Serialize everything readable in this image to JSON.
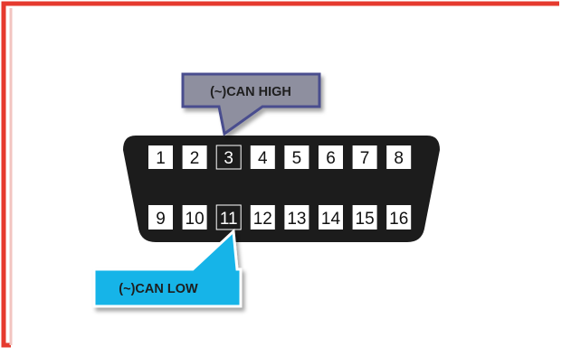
{
  "frame_color": "#e63a2e",
  "connector": {
    "body_color": "#1c1c1c",
    "pin_color": "#ffffff",
    "top_row_pins": [
      "1",
      "2",
      "3",
      "4",
      "5",
      "6",
      "7",
      "8"
    ],
    "bottom_row_pins": [
      "9",
      "10",
      "11",
      "12",
      "13",
      "14",
      "15",
      "16"
    ],
    "highlighted_pins": [
      "3",
      "11"
    ]
  },
  "callouts": {
    "can_high": {
      "label": "(~)CAN HIGH",
      "fill": "#8e8f9f",
      "border": "#4a4e8e",
      "text_color": "#1e1e1e"
    },
    "can_low": {
      "label": "(~)CAN LOW",
      "fill": "#16b4e8",
      "border": "#ffffff",
      "text_color": "#1e1e1e"
    }
  }
}
